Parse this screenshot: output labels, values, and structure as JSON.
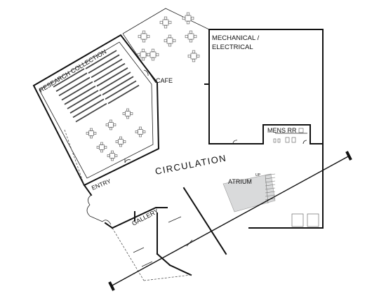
{
  "plan": {
    "labels": {
      "research_collection": "RESEARCH COLLECTION",
      "cafe": "CAFE",
      "mechanical_line1": "MECHANICAL /",
      "mechanical_line2": "ELECTRICAL",
      "mens_rr": "MENS RR",
      "circulation": "CIRCULATION",
      "atrium": "ATRIUM",
      "up": "UP",
      "entry": "ENTRY",
      "gallery": "GALLERY"
    },
    "colors": {
      "walls": "#111111",
      "atrium_fill": "#d9dadb",
      "background": "#ffffff"
    }
  }
}
